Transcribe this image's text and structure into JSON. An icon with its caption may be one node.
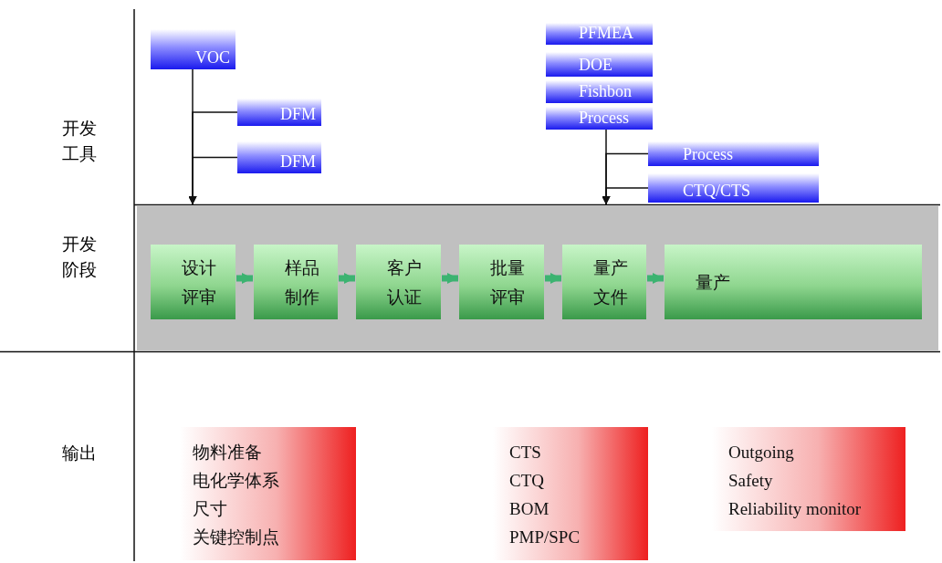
{
  "diagram": {
    "nodes": [
      {
        "text": [
          "VOC"
        ]
      },
      {
        "text": [
          "DFM"
        ]
      },
      {
        "text": [
          "DFM"
        ]
      },
      {
        "text": [
          "PFMEA"
        ]
      },
      {
        "text": [
          "DOE"
        ]
      },
      {
        "text": [
          "Fishbon"
        ]
      },
      {
        "text": [
          "Process"
        ]
      },
      {
        "text": [
          "Process"
        ]
      },
      {
        "text": [
          "CTQ/CTS"
        ]
      },
      {
        "text": [],
        "shape": "box"
      },
      {
        "text": [
          "设计评审"
        ],
        "in": 9
      },
      {
        "text": [
          "样品制作"
        ],
        "in": 9
      },
      {
        "text": [
          "客户认证"
        ],
        "in": 9
      },
      {
        "text": [
          "批量评审"
        ],
        "in": 9
      },
      {
        "text": [
          "量产文件"
        ],
        "in": 9
      },
      {
        "text": [
          "量产"
        ],
        "in": 9
      },
      {
        "text": [
          "物料准备",
          "电化学体系",
          "尺寸",
          "关键控制点"
        ]
      },
      {
        "text": [
          "CTS",
          "CTQ",
          "BOM",
          "PMP/SPC"
        ]
      },
      {
        "text": [
          "Outgoing",
          "Safety",
          "Reliability monitor"
        ]
      }
    ],
    "edges": [
      {
        "from": 0,
        "to": 9,
        "arrow": "to"
      },
      {
        "from": 1,
        "to": 9,
        "arrow": "to"
      },
      {
        "from": 2,
        "to": 9,
        "arrow": "to"
      },
      {
        "from": 6,
        "to": 9,
        "arrow": "to"
      },
      {
        "from": 7,
        "to": 9,
        "arrow": "to"
      },
      {
        "from": 8,
        "to": 9,
        "arrow": "to"
      },
      {
        "from": 10,
        "to": 11,
        "arrow": "to",
        "style": "thick",
        "color": "#3cb371"
      },
      {
        "from": 11,
        "to": 12,
        "arrow": "to",
        "style": "thick",
        "color": "#3cb371"
      },
      {
        "from": 12,
        "to": 13,
        "arrow": "to",
        "style": "thick",
        "color": "#3cb371"
      },
      {
        "from": 13,
        "to": 14,
        "arrow": "to",
        "style": "thick",
        "color": "#3cb371"
      },
      {
        "from": 14,
        "to": 15,
        "arrow": "to",
        "style": "thick",
        "color": "#3cb371"
      }
    ],
    "labels": [
      "开发工具",
      "开发阶段",
      "输出"
    ]
  }
}
